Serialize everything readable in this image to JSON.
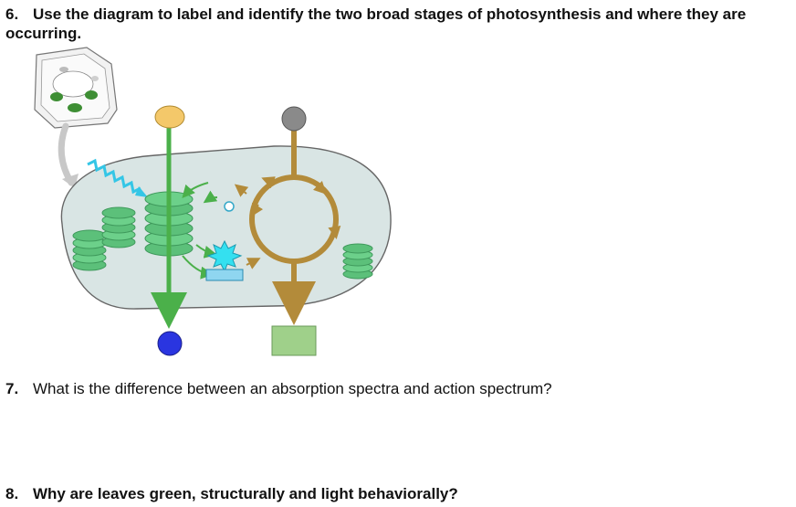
{
  "questions": [
    {
      "number": "6.",
      "text": "Use the diagram to label and identify the two broad stages of photosynthesis and where they are occurring."
    },
    {
      "number": "7.",
      "text": "What is the difference between an absorption spectra and action spectrum?"
    },
    {
      "number": "8.",
      "text": "Why are leaves green, structurally and light behaviorally?"
    }
  ],
  "diagram": {
    "icons": [
      "plant-cell-icon",
      "light-wave-icon",
      "thylakoid-stack-icon",
      "calvin-cycle-icon"
    ],
    "colors": {
      "stroma": "#d9e5e4",
      "thylakoid": "#5cc07a",
      "cycle": "#b38b3a",
      "top_left_circle": "#f4c86a",
      "top_right_circle": "#8a8a8a",
      "bottom_left_circle": "#2a35e0",
      "bottom_right_box": "#9fd08a",
      "light": "#34c6e6",
      "arrow_green": "#4bb04a"
    }
  }
}
